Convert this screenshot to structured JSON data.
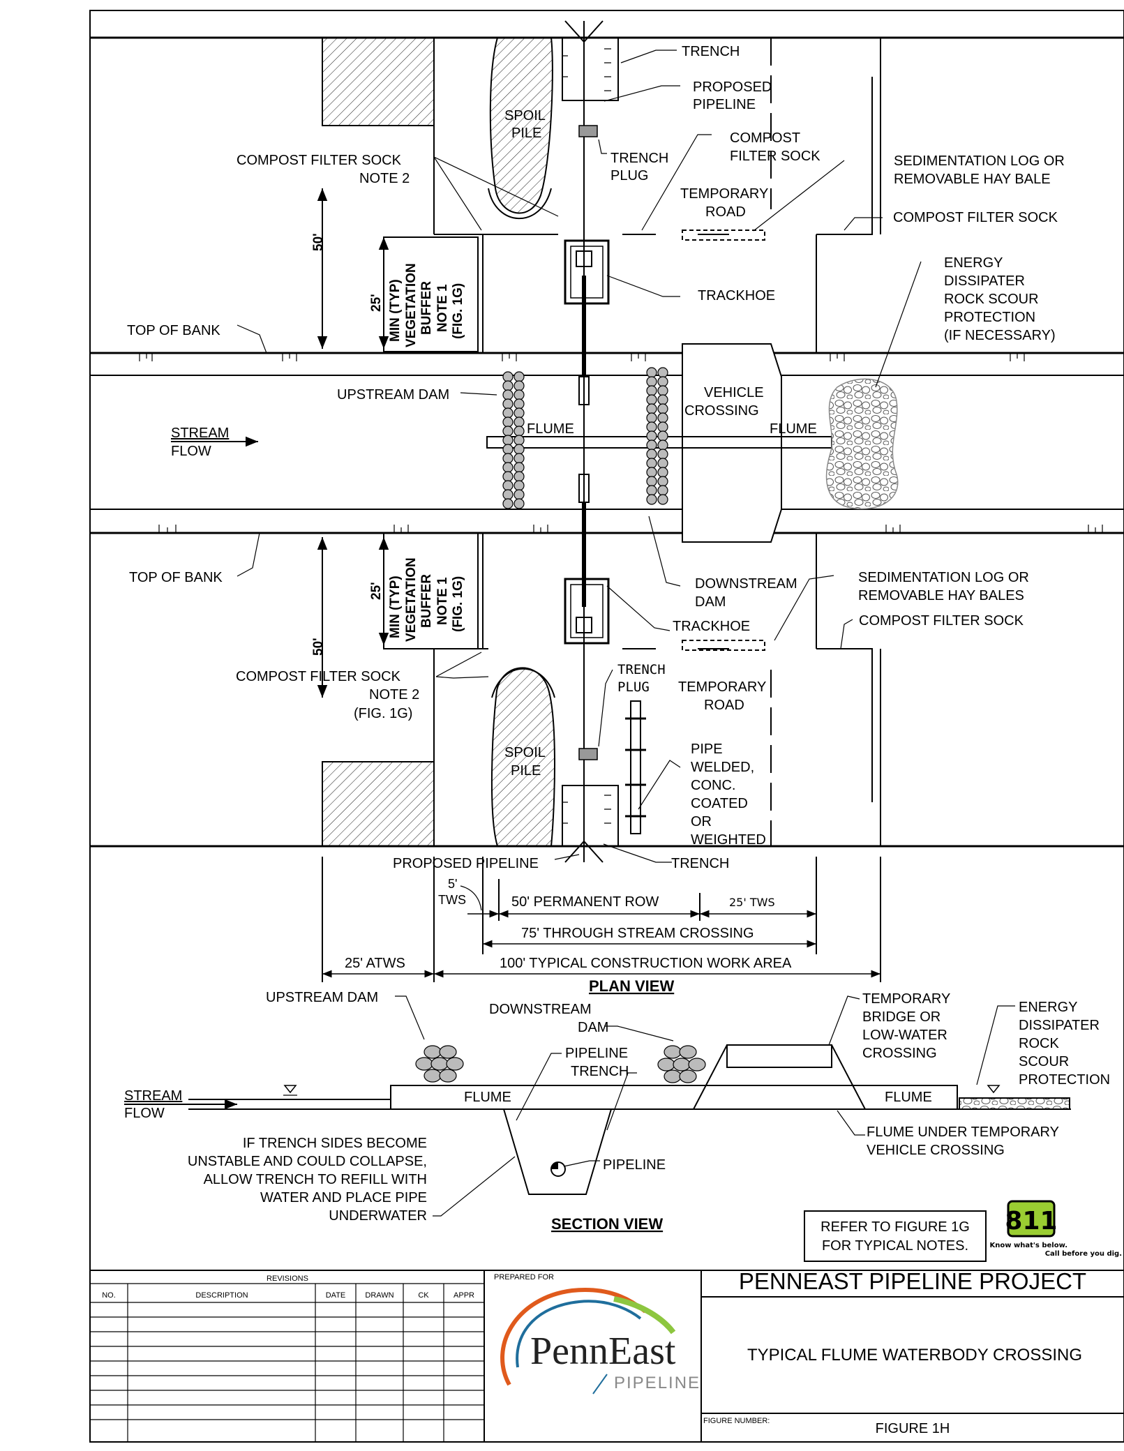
{
  "plan_view": {
    "heading": "PLAN VIEW",
    "labels": {
      "trench_top": "TRENCH",
      "proposed_pipeline_1": "PROPOSED",
      "proposed_pipeline_2": "PIPELINE",
      "spoil_1": "SPOIL",
      "spoil_2": "PILE",
      "trench_plug_1": "TRENCH",
      "trench_plug_2": "PLUG",
      "compost_sock_1": "COMPOST",
      "compost_sock_2": "FILTER SOCK",
      "sed_log_1": "SEDIMENTATION LOG OR",
      "sed_log_2": "REMOVABLE HAY BALE",
      "cfs_left_1": "COMPOST FILTER SOCK",
      "cfs_left_2": "NOTE 2",
      "temp_road_1": "TEMPORARY",
      "temp_road_2": "ROAD",
      "cfs_right": "COMPOST FILTER SOCK",
      "energy_1": "ENERGY",
      "energy_2": "DISSIPATER",
      "energy_3": "ROCK SCOUR",
      "energy_4": "PROTECTION",
      "energy_5": "(IF NECESSARY)",
      "trackhoe_top": "TRACKHOE",
      "dim_50_top": "50'",
      "dim_25_top": "25'",
      "buffer_1": "MIN (TYP)",
      "buffer_2": "VEGETATION",
      "buffer_3": "BUFFER",
      "buffer_4": "NOTE 1",
      "buffer_5": "(FIG. 1G)",
      "top_of_bank_1": "TOP OF BANK",
      "upstream_dam": "UPSTREAM DAM",
      "vehicle_1": "VEHICLE",
      "vehicle_2": "CROSSING",
      "stream_1": "STREAM",
      "stream_2": "FLOW",
      "flume_left": "FLUME",
      "flume_right": "FLUME",
      "top_of_bank_2": "TOP OF BANK",
      "dim_25_bot": "25'",
      "dim_50_bot": "50'",
      "downstream_1": "DOWNSTREAM",
      "downstream_2": "DAM",
      "sed_log_b1": "SEDIMENTATION LOG OR",
      "sed_log_b2": "REMOVABLE HAY BALES",
      "trackhoe_bot": "TRACKHOE",
      "cfs_bot_right": "COMPOST FILTER SOCK",
      "cfs_bot_1": "COMPOST FILTER SOCK",
      "cfs_bot_2": "NOTE 2",
      "cfs_bot_3": "(FIG. 1G)",
      "trench_plug_b1": "TRENCH",
      "trench_plug_b2": "PLUG",
      "temp_road_b1": "TEMPORARY",
      "temp_road_b2": "ROAD",
      "spoil_b1": "SPOIL",
      "spoil_b2": "PILE",
      "pipe_1": "PIPE",
      "pipe_2": "WELDED,",
      "pipe_3": "CONC.",
      "pipe_4": "COATED",
      "pipe_5": "OR",
      "pipe_6": "WEIGHTED",
      "proposed_pipeline_b": "PROPOSED PIPELINE",
      "trench_bot": "TRENCH"
    },
    "dimensions": {
      "tws_5_1": "5'",
      "tws_5_2": "TWS",
      "perm_row": "50' PERMANENT ROW",
      "tws_25": "25' TWS",
      "through_stream": "75' THROUGH STREAM CROSSING",
      "atws_25": "25' ATWS",
      "work_area": "100' TYPICAL CONSTRUCTION WORK AREA"
    }
  },
  "section_view": {
    "heading": "SECTION VIEW",
    "labels": {
      "upstream_dam": "UPSTREAM DAM",
      "downstream_1": "DOWNSTREAM",
      "downstream_2": "DAM",
      "temp_bridge_1": "TEMPORARY",
      "temp_bridge_2": "BRIDGE OR",
      "temp_bridge_3": "LOW-WATER",
      "temp_bridge_4": "CROSSING",
      "energy_1": "ENERGY",
      "energy_2": "DISSIPATER",
      "energy_3": "ROCK",
      "energy_4": "SCOUR",
      "energy_5": "PROTECTION",
      "pipeline_trench_1": "PIPELINE",
      "pipeline_trench_2": "TRENCH",
      "stream_1": "STREAM",
      "stream_2": "FLOW",
      "flume_left": "FLUME",
      "flume_right": "FLUME",
      "flume_under_1": "FLUME UNDER TEMPORARY",
      "flume_under_2": "VEHICLE CROSSING",
      "note_1": "IF TRENCH SIDES BECOME",
      "note_2": "UNSTABLE AND COULD COLLAPSE,",
      "note_3": "ALLOW TRENCH TO REFILL WITH",
      "note_4": "WATER AND PLACE PIPE",
      "note_5": "UNDERWATER",
      "pipeline": "PIPELINE"
    }
  },
  "refer_note": {
    "line1": "REFER TO FIGURE 1G",
    "line2": "FOR TYPICAL NOTES."
  },
  "logo_811": {
    "number": "811",
    "tag1": "Know what's below.",
    "tag2": "Call before you dig."
  },
  "title_block": {
    "revisions_title": "REVISIONS",
    "columns": [
      "NO.",
      "DESCRIPTION",
      "DATE",
      "DRAWN",
      "CK",
      "APPR"
    ],
    "prepared_for": "PREPARED FOR",
    "logo_name": "PennEast",
    "logo_sub": "PIPELINE",
    "project": "PENNEAST PIPELINE PROJECT",
    "drawing_title": "TYPICAL FLUME WATERBODY CROSSING",
    "figure_number_label": "FIGURE NUMBER:",
    "figure_number": "FIGURE 1H"
  }
}
